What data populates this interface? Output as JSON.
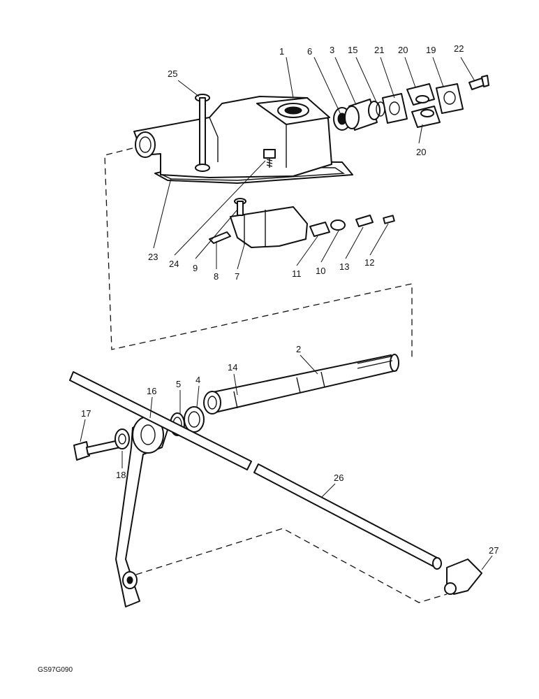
{
  "diagram": {
    "callouts": [
      {
        "id": "c1",
        "label": "1"
      },
      {
        "id": "c6",
        "label": "6"
      },
      {
        "id": "c3",
        "label": "3"
      },
      {
        "id": "c15",
        "label": "15"
      },
      {
        "id": "c21",
        "label": "21"
      },
      {
        "id": "c20a",
        "label": "20"
      },
      {
        "id": "c19",
        "label": "19"
      },
      {
        "id": "c22",
        "label": "22"
      },
      {
        "id": "c20b",
        "label": "20"
      },
      {
        "id": "c25",
        "label": "25"
      },
      {
        "id": "c23",
        "label": "23"
      },
      {
        "id": "c24",
        "label": "24"
      },
      {
        "id": "c9",
        "label": "9"
      },
      {
        "id": "c8",
        "label": "8"
      },
      {
        "id": "c7",
        "label": "7"
      },
      {
        "id": "c11",
        "label": "11"
      },
      {
        "id": "c10",
        "label": "10"
      },
      {
        "id": "c13",
        "label": "13"
      },
      {
        "id": "c12",
        "label": "12"
      },
      {
        "id": "c2",
        "label": "2"
      },
      {
        "id": "c14",
        "label": "14"
      },
      {
        "id": "c5",
        "label": "5"
      },
      {
        "id": "c4",
        "label": "4"
      },
      {
        "id": "c16",
        "label": "16"
      },
      {
        "id": "c17",
        "label": "17"
      },
      {
        "id": "c18",
        "label": "18"
      },
      {
        "id": "c26",
        "label": "26"
      },
      {
        "id": "c27",
        "label": "27"
      }
    ],
    "reference_code": "GS97G090"
  }
}
